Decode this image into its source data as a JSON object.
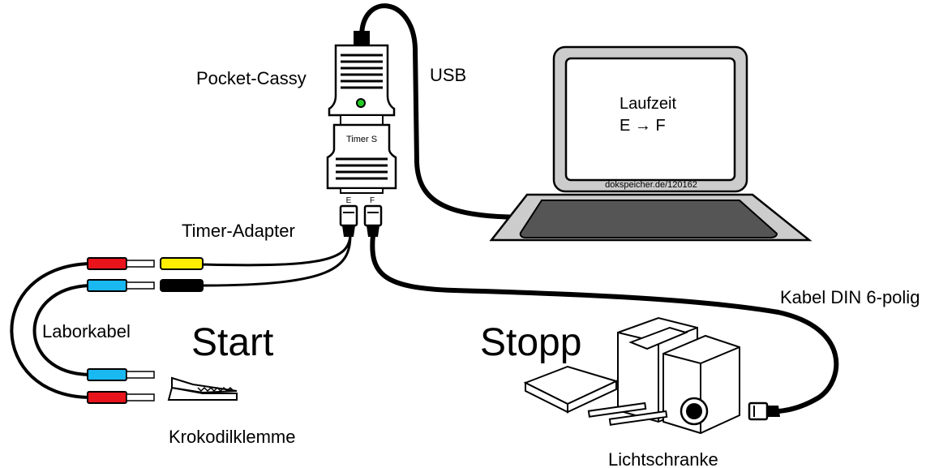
{
  "labels": {
    "pocket_cassy": "Pocket-Cassy",
    "usb": "USB",
    "timer_s": "Timer S",
    "port_e": "E",
    "port_f": "F",
    "timer_adapter": "Timer-Adapter",
    "laborkabel": "Laborkabel",
    "start": "Start",
    "stopp": "Stopp",
    "kabel_din": "Kabel DIN 6-polig",
    "krokodilklemme": "Krokodilklemme",
    "lichtschranke": "Lichtschranke",
    "screen_line1": "Laufzeit",
    "screen_line2": "E → F",
    "watermark": "dokspeicher.de/120162"
  },
  "colors": {
    "plug_red": "#e8131b",
    "plug_blue": "#1ab8f0",
    "plug_yellow": "#ffee00",
    "plug_black": "#000000",
    "led_green": "#22cc22",
    "laptop_frame": "#cccccc",
    "laptop_keyboard": "#555555"
  }
}
